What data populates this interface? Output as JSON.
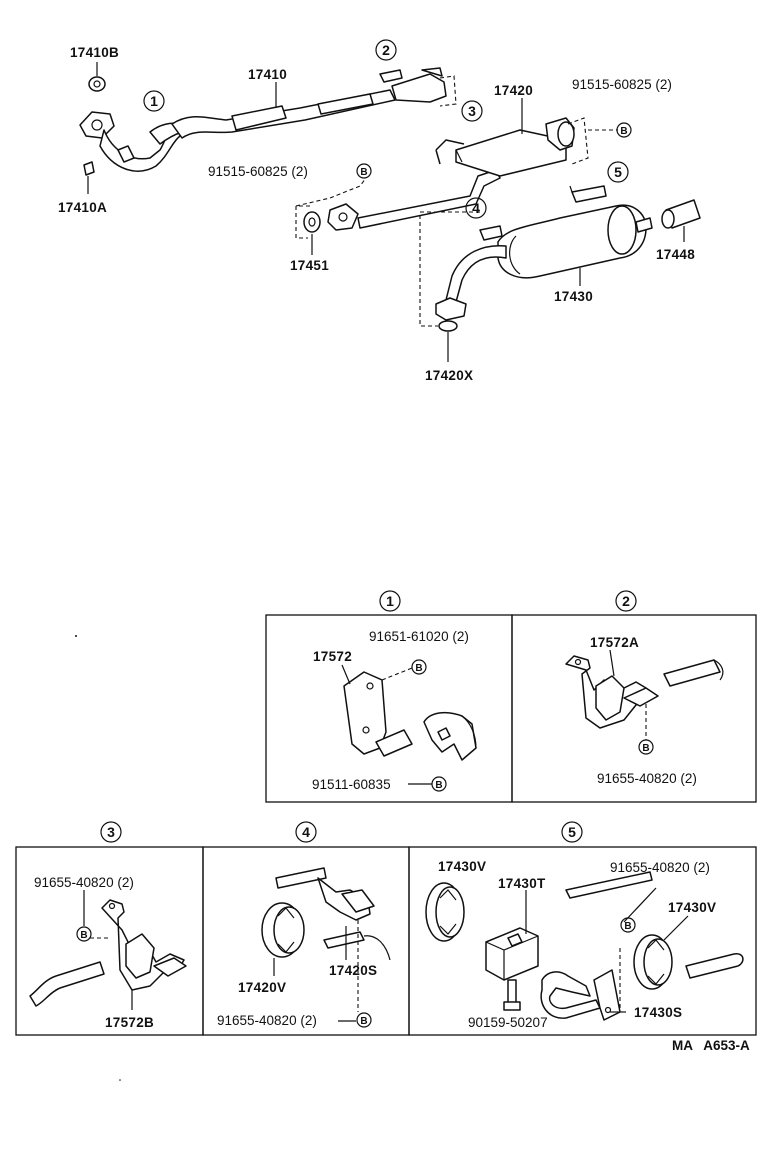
{
  "callouts": {
    "c1": "1",
    "c2": "2",
    "c3": "3",
    "c4": "4",
    "c5": "5"
  },
  "top_labels": {
    "p17410B": "17410B",
    "p17410": "17410",
    "p17410A": "17410A",
    "p17420": "17420",
    "bolt_a": "91515-60825 (2)",
    "bolt_b": "91515-60825 (2)",
    "p17451": "17451",
    "p17448": "17448",
    "p17430": "17430",
    "p17420X": "17420X"
  },
  "panel1": {
    "title": "1",
    "bolt_top": "91651-61020 (2)",
    "bracket": "17572",
    "bolt_bottom": "91511-60835"
  },
  "panel2": {
    "title": "2",
    "hanger": "17572A",
    "bolt": "91655-40820 (2)"
  },
  "panel3": {
    "title": "3",
    "bolt": "91655-40820 (2)",
    "hanger": "17572B"
  },
  "panel4": {
    "title": "4",
    "cushion": "17420V",
    "bracket": "17420S",
    "bolt": "91655-40820 (2)"
  },
  "panel5": {
    "title": "5",
    "cushion_left": "17430V",
    "block": "17430T",
    "bolt_top": "91655-40820 (2)",
    "cushion_right": "17430V",
    "bracket": "17430S",
    "bolt_bottom": "90159-50207"
  },
  "b_marker": "B",
  "footer": "MA   A653-A"
}
